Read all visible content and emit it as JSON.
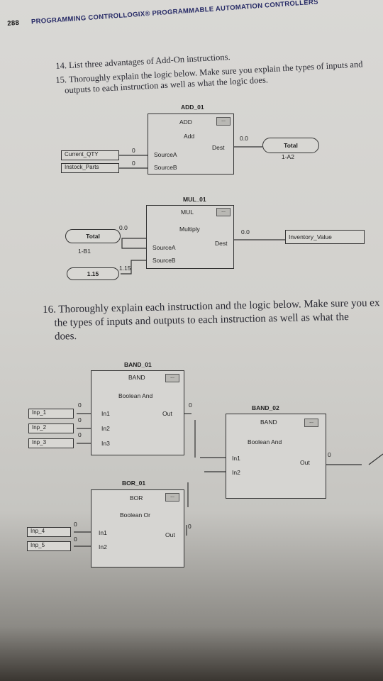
{
  "header": {
    "page_number": "288",
    "running_title": "PROGRAMMING CONTROLLOGIX® PROGRAMMABLE AUTOMATION CONTROLLERS"
  },
  "questions": {
    "q14": "14. List three advantages of Add-On instructions.",
    "q15_line1": "15. Thoroughly explain the logic below. Make sure you explain the types of inputs and",
    "q15_line2": "outputs to each instruction as well as what the logic does.",
    "q16_line1": "16. Thoroughly explain each instruction and the logic below. Make sure you ex",
    "q16_line2": "the types of inputs and outputs to each instruction as well as what the",
    "q16_line3": "does."
  },
  "add_block": {
    "tag": "ADD_01",
    "type": "ADD",
    "desc": "Add",
    "dots": "...",
    "sourceA": "SourceA",
    "sourceB": "SourceB",
    "dest": "Dest",
    "inA_tag": "Current_QTY",
    "inA_val": "0",
    "inB_tag": "Instock_Parts",
    "inB_val": "0",
    "dest_val": "0.0",
    "out_tag": "Total",
    "out_addr": "1-A2"
  },
  "mul_block": {
    "tag": "MUL_01",
    "type": "MUL",
    "desc": "Multiply",
    "dots": "...",
    "sourceA": "SourceA",
    "sourceB": "SourceB",
    "dest": "Dest",
    "inA_tag": "Total",
    "inA_addr": "1-B1",
    "inA_val": "0.0",
    "inB_tag": "1.15",
    "inB_val": "1.15",
    "dest_val": "0.0",
    "out_tag": "Inventory_Value"
  },
  "band1": {
    "tag": "BAND_01",
    "type": "BAND",
    "desc": "Boolean And",
    "dots": "...",
    "in1": "In1",
    "in2": "In2",
    "in3": "In3",
    "out": "Out",
    "inputs": [
      "Inp_1",
      "Inp_2",
      "Inp_3"
    ],
    "vals": [
      "0",
      "0",
      "0"
    ],
    "out_val": "0"
  },
  "band2": {
    "tag": "BAND_02",
    "type": "BAND",
    "desc": "Boolean And",
    "dots": "...",
    "in1": "In1",
    "in2": "In2",
    "out": "Out",
    "out_val": "0"
  },
  "bor1": {
    "tag": "BOR_01",
    "type": "BOR",
    "desc": "Boolean Or",
    "dots": "...",
    "in1": "In1",
    "in2": "In2",
    "out": "Out",
    "inputs": [
      "Inp_4",
      "Inp_5"
    ],
    "vals": [
      "0",
      "0"
    ],
    "out_val": "0"
  }
}
